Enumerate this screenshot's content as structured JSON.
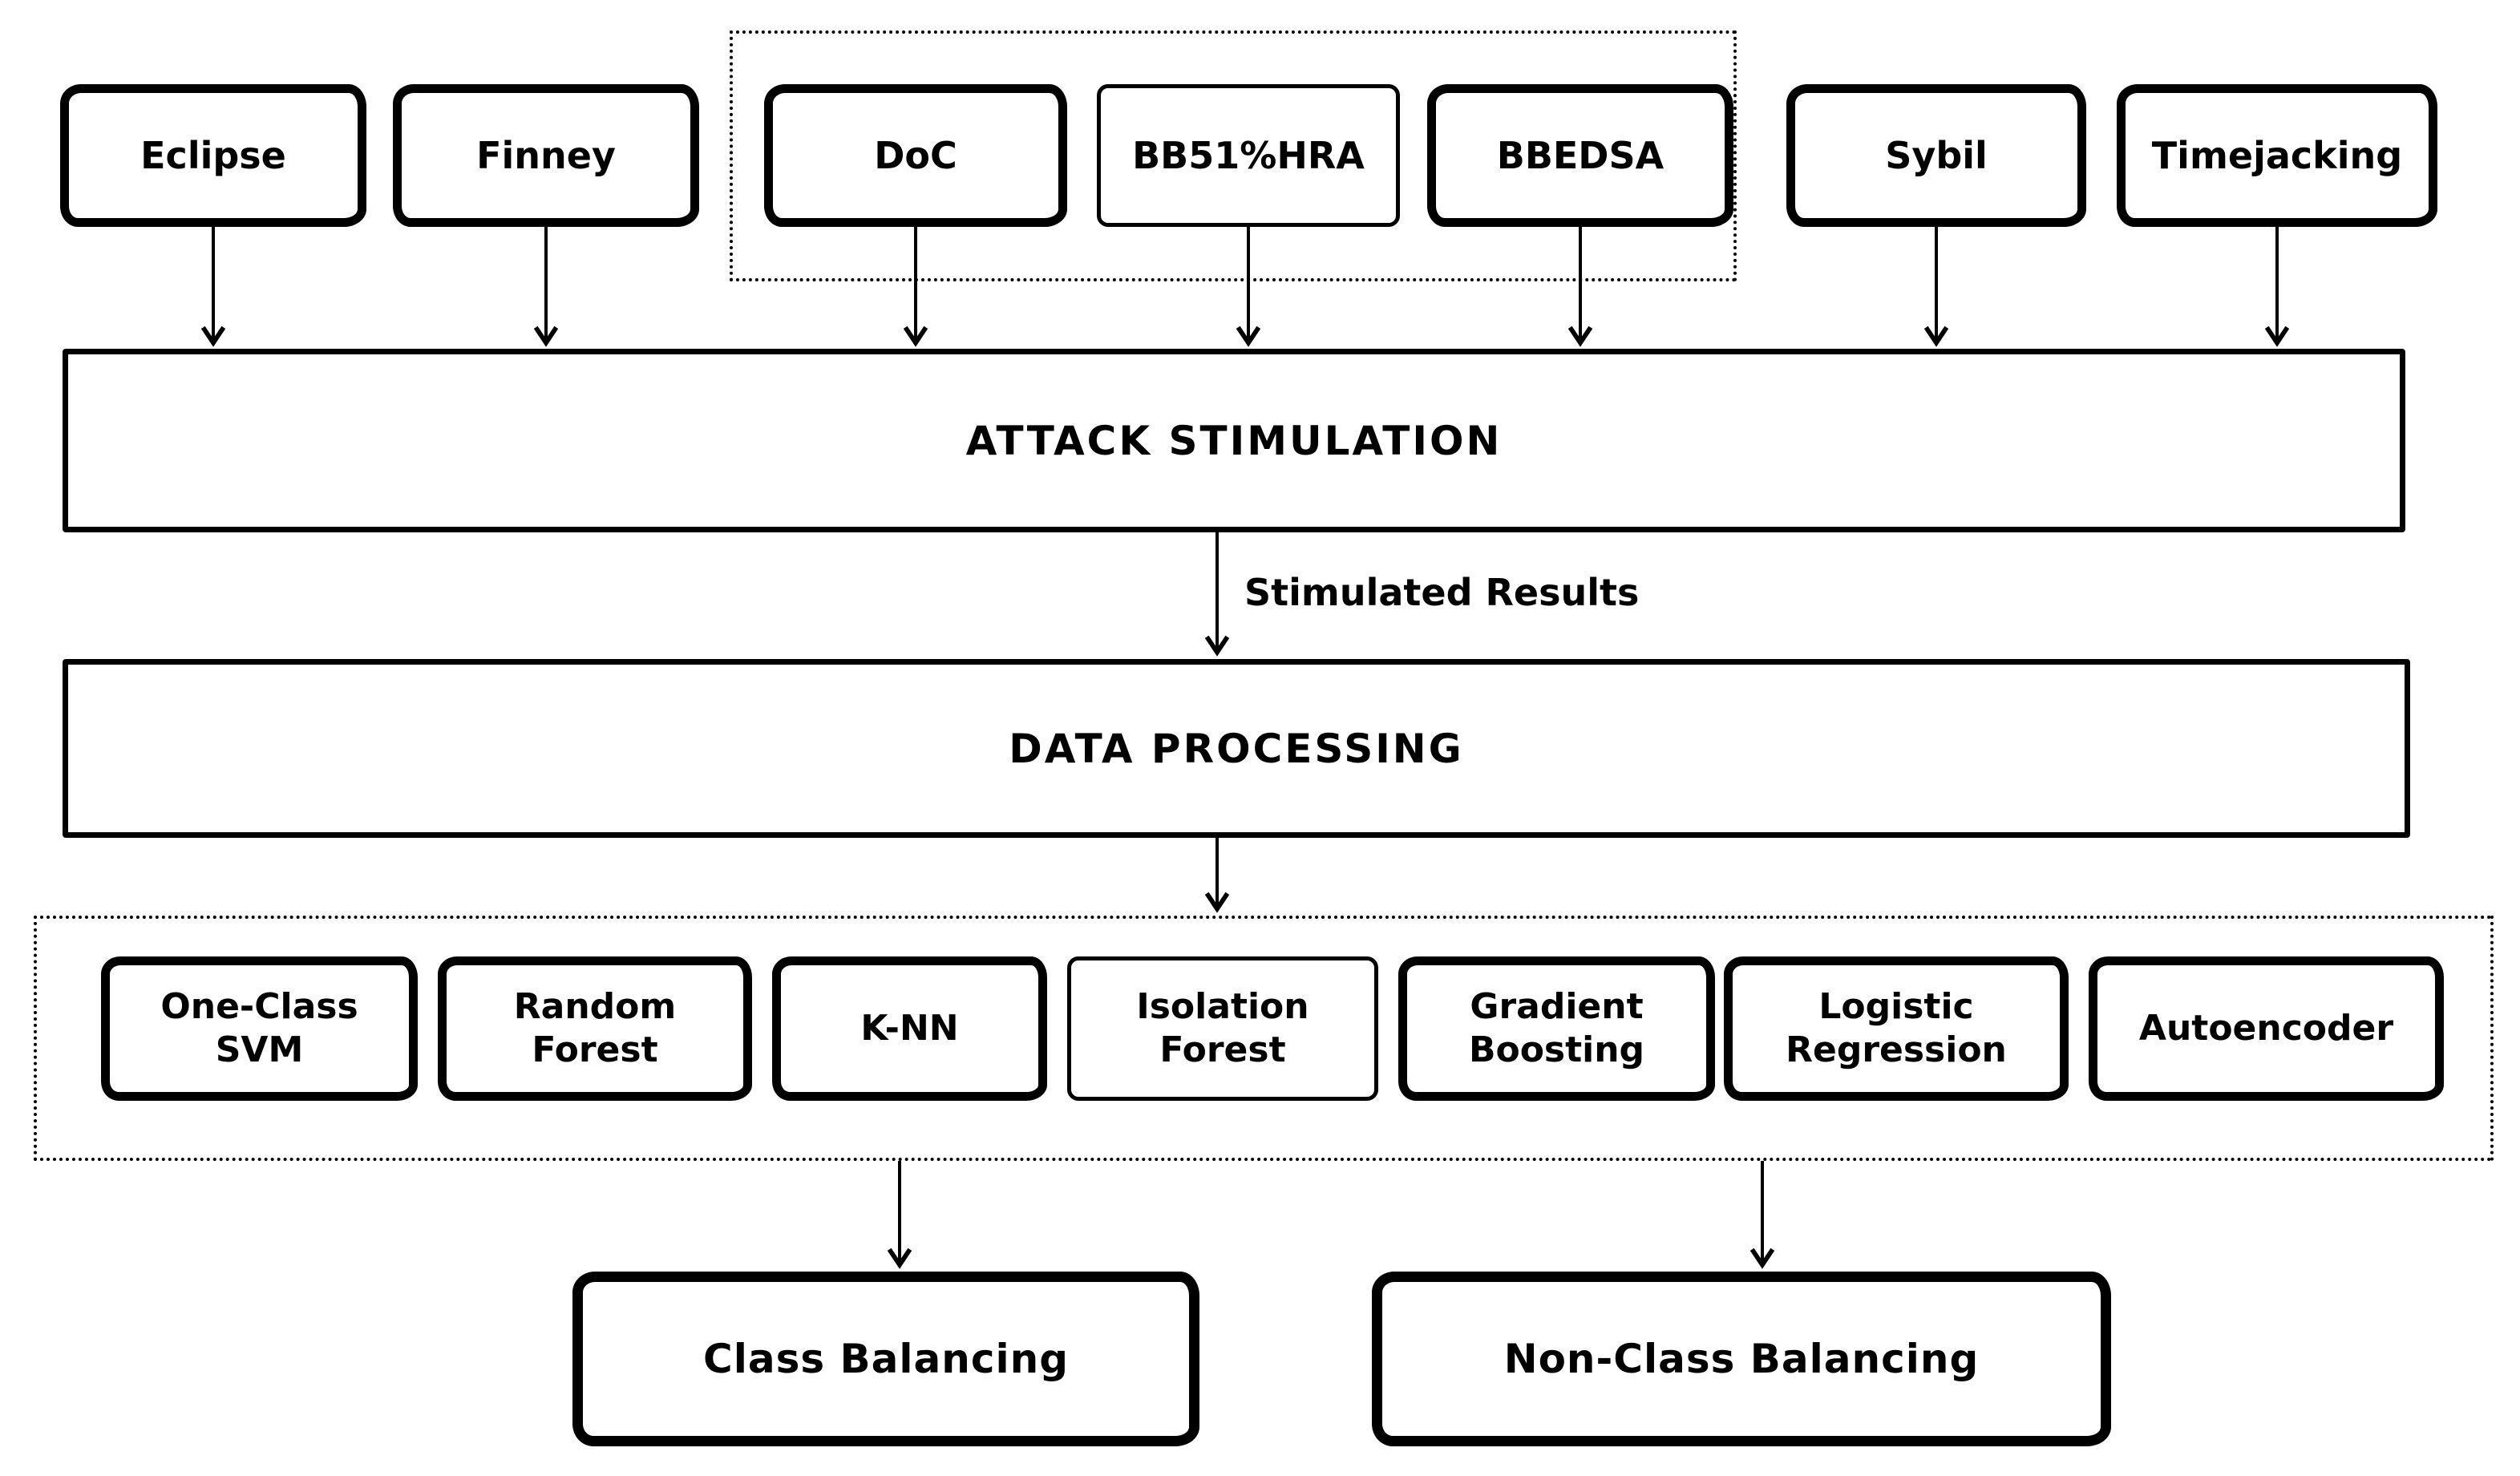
{
  "diagram": {
    "attack_boxes": [
      "Eclipse",
      "Finney",
      "DoC",
      "BB51%HRA",
      "BBEDSA",
      "Sybil",
      "Timejacking"
    ],
    "attack_simulation": "ATTACK STIMULATION",
    "stimulated_results": "Stimulated Results",
    "data_processing": "DATA PROCESSING",
    "model_boxes": [
      "One-Class SVM",
      "Random Forest",
      "K-NN",
      "Isolation Forest",
      "Gradient Boosting",
      "Logistic Regression",
      "Autoencoder"
    ],
    "balancing_boxes": [
      "Class Balancing",
      "Non-Class Balancing"
    ],
    "colors": {
      "stroke": "#000000",
      "background": "#ffffff"
    }
  }
}
